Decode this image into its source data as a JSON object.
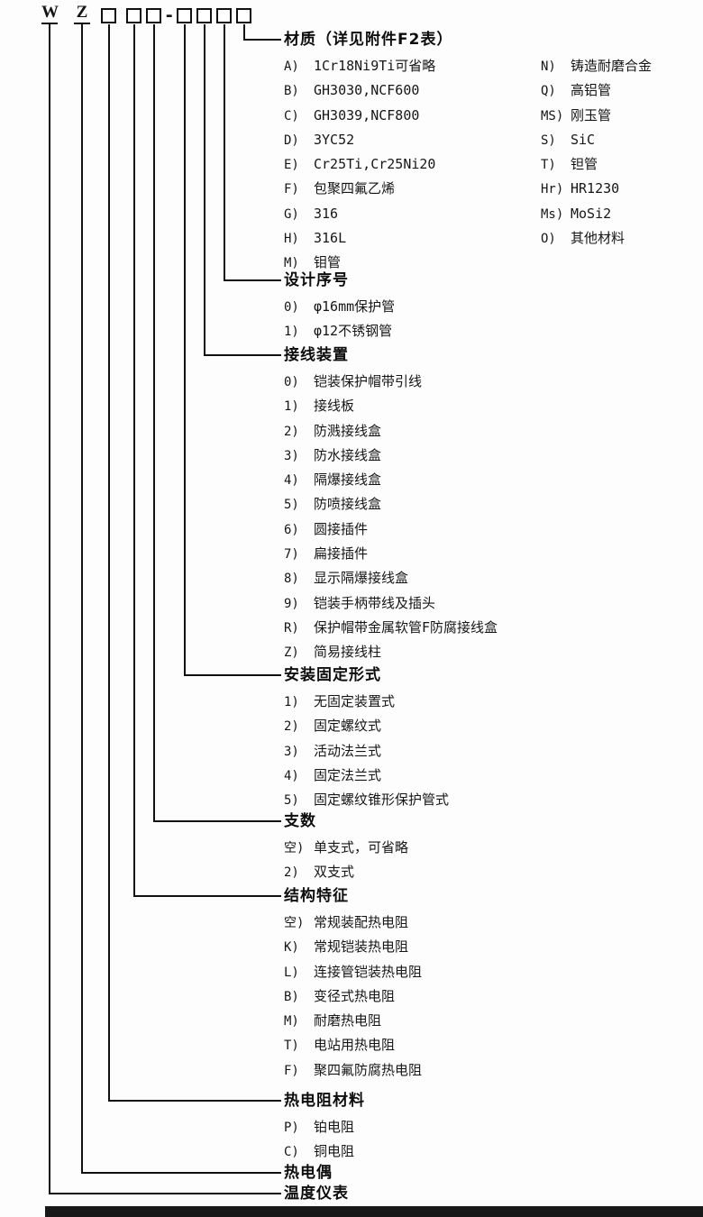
{
  "model_code": {
    "prefix_letters": [
      "W",
      "Z"
    ],
    "dash": "-"
  },
  "sections": [
    {
      "title": "材质（详见附件F2表）",
      "items": [
        {
          "code": "A)",
          "label": "1Cr18Ni9Ti可省略"
        },
        {
          "code": "B)",
          "label": "GH3030,NCF600"
        },
        {
          "code": "C)",
          "label": "GH3039,NCF800"
        },
        {
          "code": "D)",
          "label": "3YC52"
        },
        {
          "code": "E)",
          "label": "Cr25Ti,Cr25Ni20"
        },
        {
          "code": "F)",
          "label": "包聚四氟乙烯"
        },
        {
          "code": "G)",
          "label": "316"
        },
        {
          "code": "H)",
          "label": "316L"
        },
        {
          "code": "M)",
          "label": "钼管"
        }
      ],
      "items_right": [
        {
          "code": "N)",
          "label": "铸造耐磨合金"
        },
        {
          "code": "Q)",
          "label": "高铝管"
        },
        {
          "code": "MS)",
          "label": "刚玉管"
        },
        {
          "code": "S)",
          "label": "SiC"
        },
        {
          "code": "T)",
          "label": "钽管"
        },
        {
          "code": "Hr)",
          "label": "HR1230"
        },
        {
          "code": "Ms)",
          "label": "MoSi2"
        },
        {
          "code": "O)",
          "label": "其他材料"
        }
      ]
    },
    {
      "title": "设计序号",
      "items": [
        {
          "code": "0)",
          "label": "φ16mm保护管"
        },
        {
          "code": "1)",
          "label": "φ12不锈钢管"
        }
      ]
    },
    {
      "title": "接线装置",
      "items": [
        {
          "code": "0)",
          "label": "铠装保护帽带引线"
        },
        {
          "code": "1)",
          "label": "接线板"
        },
        {
          "code": "2)",
          "label": "防溅接线盒"
        },
        {
          "code": "3)",
          "label": "防水接线盒"
        },
        {
          "code": "4)",
          "label": "隔爆接线盒"
        },
        {
          "code": "5)",
          "label": "防喷接线盒"
        },
        {
          "code": "6)",
          "label": "圆接插件"
        },
        {
          "code": "7)",
          "label": "扁接插件"
        },
        {
          "code": "8)",
          "label": "显示隔爆接线盒"
        },
        {
          "code": "9)",
          "label": "铠装手柄带线及插头"
        },
        {
          "code": "R)",
          "label": "保护帽带金属软管F防腐接线盒"
        },
        {
          "code": "Z)",
          "label": "简易接线柱"
        }
      ]
    },
    {
      "title": "安装固定形式",
      "items": [
        {
          "code": "1)",
          "label": "无固定装置式"
        },
        {
          "code": "2)",
          "label": "固定螺纹式"
        },
        {
          "code": "3)",
          "label": "活动法兰式"
        },
        {
          "code": "4)",
          "label": "固定法兰式"
        },
        {
          "code": "5)",
          "label": "固定螺纹锥形保护管式"
        }
      ]
    },
    {
      "title": "支数",
      "items": [
        {
          "code": "空)",
          "label": "单支式，可省略"
        },
        {
          "code": "2)",
          "label": "双支式"
        }
      ]
    },
    {
      "title": "结构特征",
      "items": [
        {
          "code": "空)",
          "label": "常规装配热电阻"
        },
        {
          "code": "K)",
          "label": "常规铠装热电阻"
        },
        {
          "code": "L)",
          "label": "连接管铠装热电阻"
        },
        {
          "code": "B)",
          "label": "变径式热电阻"
        },
        {
          "code": "M)",
          "label": "耐磨热电阻"
        },
        {
          "code": "T)",
          "label": "电站用热电阻"
        },
        {
          "code": "F)",
          "label": "聚四氟防腐热电阻"
        }
      ]
    },
    {
      "title": "热电阻材料",
      "items": [
        {
          "code": "P)",
          "label": "铂电阻"
        },
        {
          "code": "C)",
          "label": "铜电阻"
        }
      ]
    },
    {
      "title": "热电偶",
      "items": []
    },
    {
      "title": "温度仪表",
      "items": []
    }
  ]
}
